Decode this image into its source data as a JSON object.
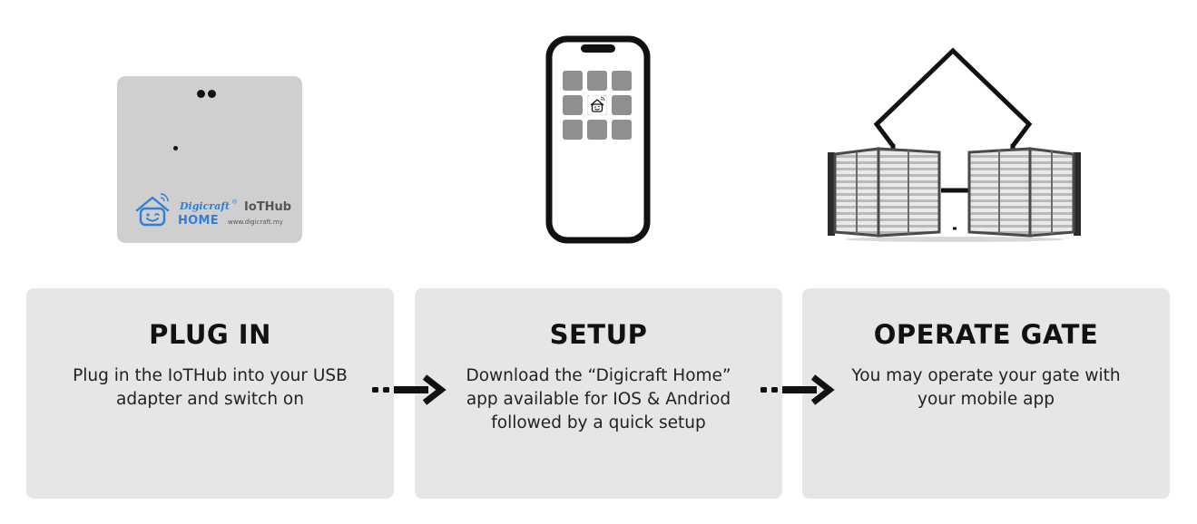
{
  "device": {
    "brand_name": "Digicraft",
    "brand_mark": "®",
    "brand_sub": "HOME",
    "product_name": "IoTHub",
    "website": "www.digicraft.my"
  },
  "steps": [
    {
      "title": "PLUG IN",
      "text": "Plug in the IoTHub into your USB adapter and switch on"
    },
    {
      "title": "SETUP",
      "text": "Download the “Digicraft Home” app available for IOS & Andriod followed by a quick setup"
    },
    {
      "title": "OPERATE GATE",
      "text": "You may operate your gate with your mobile app"
    }
  ],
  "colors": {
    "card_bg": "#e6e6e6",
    "brand_blue": "#2f7fd9",
    "ink": "#111111",
    "app_tile": "#8f8f8f"
  },
  "icons": {
    "device": "iothub-device-icon",
    "phone": "smartphone-icon",
    "app": "digicraft-home-app-icon",
    "house": "house-outline-icon",
    "gate": "swing-gate-icon",
    "arrow": "dotted-arrow-icon"
  }
}
